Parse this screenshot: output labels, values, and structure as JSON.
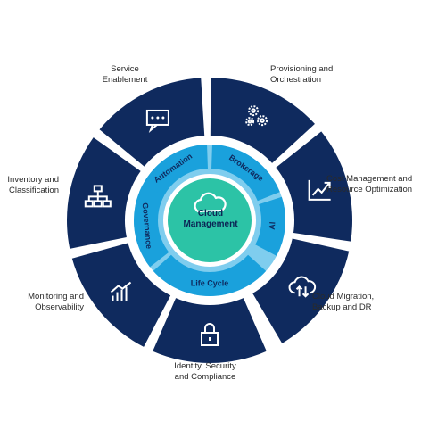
{
  "colors": {
    "outer_ring": "#0f2a5e",
    "inner_ring": "#1aa1dc",
    "inner_ring_text": "#0f2a5e",
    "center": "#2cc3a6",
    "gap": "#ffffff"
  },
  "center": {
    "label": "Cloud\nManagement",
    "icon": "cloud-icon"
  },
  "inner_segments": [
    {
      "label": "Automation"
    },
    {
      "label": "Brokerage"
    },
    {
      "label": "AI"
    },
    {
      "label": "Life Cycle"
    },
    {
      "label": "Governance"
    }
  ],
  "outer_segments": [
    {
      "label": "Service\nEnablement",
      "icon": "chat-icon"
    },
    {
      "label": "Provisioning and\nOrchestration",
      "icon": "gears-icon"
    },
    {
      "label": "Cost Management and\nResource Optimization",
      "icon": "trend-chart-icon"
    },
    {
      "label": "Cloud Migration,\nBackup and DR",
      "icon": "cloud-sync-icon"
    },
    {
      "label": "Identity, Security\nand Compliance",
      "icon": "lock-icon"
    },
    {
      "label": "Monitoring and\nObservability",
      "icon": "bar-trend-icon"
    },
    {
      "label": "Inventory and\nClassification",
      "icon": "hierarchy-icon"
    }
  ]
}
